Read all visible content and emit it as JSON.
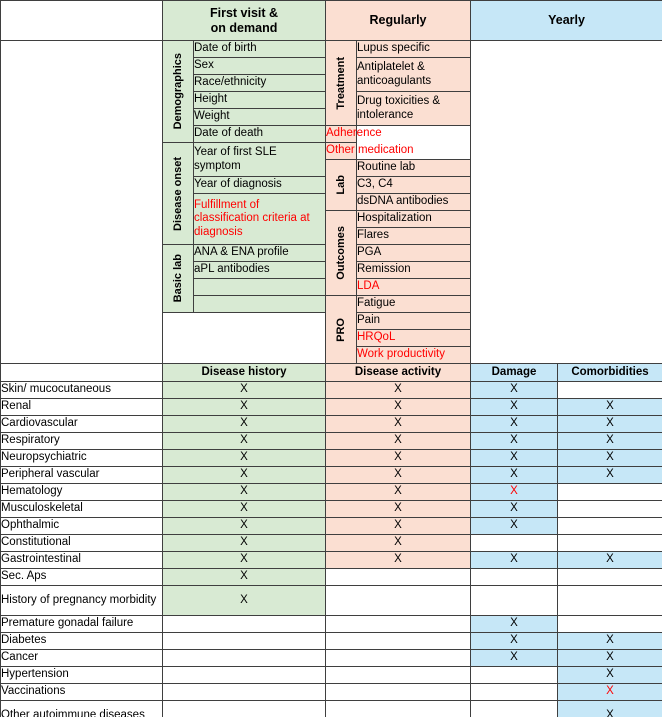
{
  "top_headers": [
    {
      "label": "First visit &\non demand",
      "line1": "First visit &",
      "line2": "on demand",
      "color": "#d8ead3"
    },
    {
      "label": "Regularly",
      "line1": "Regularly",
      "line2": "",
      "color": "#fbdfd2"
    },
    {
      "label": "Yearly",
      "line1": "Yearly",
      "line2": "",
      "color": "#c6e7f7"
    }
  ],
  "left_block": {
    "groups": [
      {
        "name": "Demographics",
        "items": [
          {
            "text": "Date of birth",
            "red": false
          },
          {
            "text": "Sex",
            "red": false
          },
          {
            "text": "Race/ethnicity",
            "red": false
          },
          {
            "text": "Height",
            "red": false
          },
          {
            "text": "Weight",
            "red": false
          },
          {
            "text": "Date of death",
            "red": false
          }
        ]
      },
      {
        "name": "Disease onset",
        "items": [
          {
            "text": "Year of first SLE symptom",
            "red": false
          },
          {
            "text": "Year of diagnosis",
            "red": false
          },
          {
            "text": "Fulfillment of classification criteria at diagnosis",
            "red": true
          }
        ]
      },
      {
        "name": "Basic lab",
        "items": [
          {
            "text": "ANA & ENA profile",
            "red": false
          },
          {
            "text": "aPL antibodies",
            "red": false
          }
        ]
      }
    ]
  },
  "middle_block": {
    "groups": [
      {
        "name": "Treatment",
        "items": [
          {
            "text": "Lupus specific",
            "red": false
          },
          {
            "text": "Antiplatelet & anticoagulants",
            "red": false
          },
          {
            "text": "Drug toxicities & intolerance",
            "red": false
          },
          {
            "text": "Adherence",
            "red": true
          },
          {
            "text": "Other medication",
            "red": true
          }
        ]
      },
      {
        "name": "Lab",
        "items": [
          {
            "text": "Routine lab",
            "red": false
          },
          {
            "text": "C3, C4",
            "red": false
          },
          {
            "text": "dsDNA antibodies",
            "red": false
          }
        ]
      },
      {
        "name": "Outcomes",
        "items": [
          {
            "text": "Hospitalization",
            "red": false
          },
          {
            "text": "Flares",
            "red": false
          },
          {
            "text": "PGA",
            "red": false
          },
          {
            "text": "Remission",
            "red": false
          },
          {
            "text": "LDA",
            "red": true
          }
        ]
      },
      {
        "name": "PRO",
        "items": [
          {
            "text": "Fatigue",
            "red": false
          },
          {
            "text": "Pain",
            "red": false
          },
          {
            "text": "HRQoL",
            "red": true
          },
          {
            "text": "Work productivity",
            "red": true
          }
        ]
      }
    ]
  },
  "matrix": {
    "columns": [
      {
        "label": "",
        "color": "#ffffff"
      },
      {
        "label": "Disease history",
        "color": "#d8ead3"
      },
      {
        "label": "Disease activity",
        "color": "#fbdfd2"
      },
      {
        "label": "Damage",
        "color": "#c6e7f7"
      },
      {
        "label": "Comorbidities",
        "color": "#c6e7f7"
      }
    ],
    "rows": [
      {
        "label": "Skin/ mucocutaneous",
        "two_line": false,
        "cells": [
          {
            "mark": "X",
            "red": false
          },
          {
            "mark": "X",
            "red": false
          },
          {
            "mark": "X",
            "red": false
          },
          {
            "mark": "",
            "red": false
          }
        ]
      },
      {
        "label": "Renal",
        "two_line": false,
        "cells": [
          {
            "mark": "X",
            "red": false
          },
          {
            "mark": "X",
            "red": false
          },
          {
            "mark": "X",
            "red": false
          },
          {
            "mark": "X",
            "red": false
          }
        ]
      },
      {
        "label": "Cardiovascular",
        "two_line": false,
        "cells": [
          {
            "mark": "X",
            "red": false
          },
          {
            "mark": "X",
            "red": false
          },
          {
            "mark": "X",
            "red": false
          },
          {
            "mark": "X",
            "red": false
          }
        ]
      },
      {
        "label": "Respiratory",
        "two_line": false,
        "cells": [
          {
            "mark": "X",
            "red": false
          },
          {
            "mark": "X",
            "red": false
          },
          {
            "mark": "X",
            "red": false
          },
          {
            "mark": "X",
            "red": false
          }
        ]
      },
      {
        "label": "Neuropsychiatric",
        "two_line": false,
        "cells": [
          {
            "mark": "X",
            "red": false
          },
          {
            "mark": "X",
            "red": false
          },
          {
            "mark": "X",
            "red": false
          },
          {
            "mark": "X",
            "red": false
          }
        ]
      },
      {
        "label": "Peripheral vascular",
        "two_line": false,
        "cells": [
          {
            "mark": "X",
            "red": false
          },
          {
            "mark": "X",
            "red": false
          },
          {
            "mark": "X",
            "red": false
          },
          {
            "mark": "X",
            "red": false
          }
        ]
      },
      {
        "label": "Hematology",
        "two_line": false,
        "cells": [
          {
            "mark": "X",
            "red": false
          },
          {
            "mark": "X",
            "red": false
          },
          {
            "mark": "X",
            "red": true
          },
          {
            "mark": "",
            "red": false
          }
        ]
      },
      {
        "label": "Musculoskeletal",
        "two_line": false,
        "cells": [
          {
            "mark": "X",
            "red": false
          },
          {
            "mark": "X",
            "red": false
          },
          {
            "mark": "X",
            "red": false
          },
          {
            "mark": "",
            "red": false
          }
        ]
      },
      {
        "label": "Ophthalmic",
        "two_line": false,
        "cells": [
          {
            "mark": "X",
            "red": false
          },
          {
            "mark": "X",
            "red": false
          },
          {
            "mark": "X",
            "red": false
          },
          {
            "mark": "",
            "red": false
          }
        ]
      },
      {
        "label": "Constitutional",
        "two_line": false,
        "cells": [
          {
            "mark": "X",
            "red": false
          },
          {
            "mark": "X",
            "red": false
          },
          {
            "mark": "",
            "red": false
          },
          {
            "mark": "",
            "red": false
          }
        ]
      },
      {
        "label": "Gastrointestinal",
        "two_line": false,
        "cells": [
          {
            "mark": "X",
            "red": false
          },
          {
            "mark": "X",
            "red": false
          },
          {
            "mark": "X",
            "red": false
          },
          {
            "mark": "X",
            "red": false
          }
        ]
      },
      {
        "label": "Sec. Aps",
        "two_line": false,
        "cells": [
          {
            "mark": "X",
            "red": false
          },
          {
            "mark": "",
            "red": false
          },
          {
            "mark": "",
            "red": false
          },
          {
            "mark": "",
            "red": false
          }
        ]
      },
      {
        "label": "History of pregnancy morbidity",
        "two_line": true,
        "cells": [
          {
            "mark": "X",
            "red": false
          },
          {
            "mark": "",
            "red": false
          },
          {
            "mark": "",
            "red": false
          },
          {
            "mark": "",
            "red": false
          }
        ]
      },
      {
        "label": "Premature gonadal failure",
        "two_line": false,
        "cells": [
          {
            "mark": "",
            "red": false
          },
          {
            "mark": "",
            "red": false
          },
          {
            "mark": "X",
            "red": false
          },
          {
            "mark": "",
            "red": false
          }
        ]
      },
      {
        "label": "Diabetes",
        "two_line": false,
        "cells": [
          {
            "mark": "",
            "red": false
          },
          {
            "mark": "",
            "red": false
          },
          {
            "mark": "X",
            "red": false
          },
          {
            "mark": "X",
            "red": false
          }
        ]
      },
      {
        "label": "Cancer",
        "two_line": false,
        "cells": [
          {
            "mark": "",
            "red": false
          },
          {
            "mark": "",
            "red": false
          },
          {
            "mark": "X",
            "red": false
          },
          {
            "mark": "X",
            "red": false
          }
        ]
      },
      {
        "label": "Hypertension",
        "two_line": false,
        "cells": [
          {
            "mark": "",
            "red": false
          },
          {
            "mark": "",
            "red": false
          },
          {
            "mark": "",
            "red": false
          },
          {
            "mark": "X",
            "red": false
          }
        ]
      },
      {
        "label": "Vaccinations",
        "two_line": false,
        "cells": [
          {
            "mark": "",
            "red": false
          },
          {
            "mark": "",
            "red": false
          },
          {
            "mark": "",
            "red": false
          },
          {
            "mark": "X",
            "red": true
          }
        ]
      },
      {
        "label": "Other autoimmune diseases",
        "two_line": true,
        "cells": [
          {
            "mark": "",
            "red": false
          },
          {
            "mark": "",
            "red": false
          },
          {
            "mark": "",
            "red": false
          },
          {
            "mark": "X",
            "red": false
          }
        ]
      }
    ]
  },
  "colors": {
    "green": "#d8ead3",
    "peach": "#fbdfd2",
    "blue": "#c6e7f7",
    "red_text": "#ff0000",
    "border": "#3f3f3f"
  }
}
